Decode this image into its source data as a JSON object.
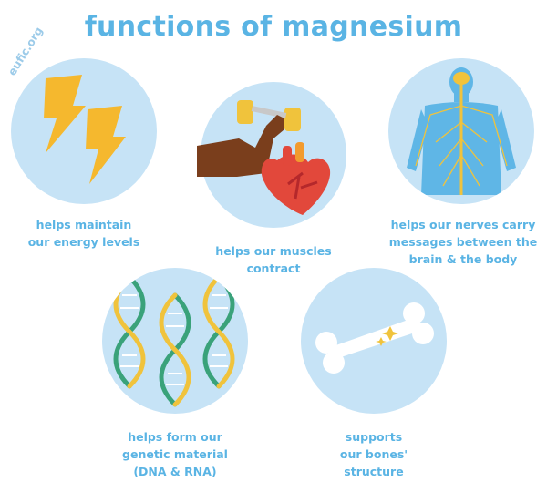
{
  "title": "functions of magnesium",
  "watermark": "eufic.org",
  "functions": [
    {
      "lines": [
        "helps maintain",
        "our energy levels"
      ],
      "icon": "lightning-bolt-icon"
    },
    {
      "lines": [
        "helps our muscles",
        "contract"
      ],
      "icon": "muscle-heart-icon"
    },
    {
      "lines": [
        "helps our nerves carry",
        "messages between the",
        "brain & the body"
      ],
      "icon": "nervous-system-icon"
    },
    {
      "lines": [
        "helps form our",
        "genetic material",
        "(DNA & RNA)"
      ],
      "icon": "dna-helix-icon"
    },
    {
      "lines": [
        "supports",
        "our bones'",
        "structure"
      ],
      "icon": "bone-icon"
    }
  ],
  "colors": {
    "accent": "#5ab4e4",
    "circle": "#c6e3f6",
    "lightning": "#f5b82e",
    "dna_green": "#3aa27a",
    "dna_yellow": "#f0c33c",
    "heart": "#e2483b",
    "arm": "#7a3e1c",
    "body": "#5fb6e6"
  }
}
